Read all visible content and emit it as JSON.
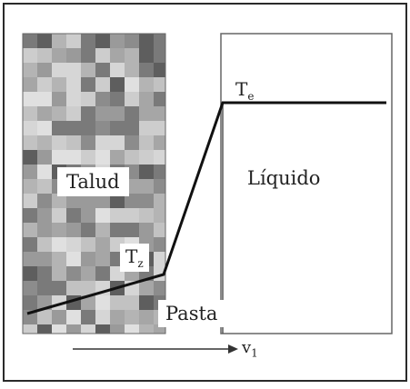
{
  "labels": {
    "zone_left": "Talud",
    "zone_right": "Líquido",
    "zone_bottom": "Pasta",
    "temp_top": "T",
    "temp_top_sub": "e",
    "temp_mid": "T",
    "temp_mid_sub": "z",
    "axis": "v",
    "axis_sub": "1"
  },
  "colors": {
    "frame": "#222222",
    "profile_line": "#111111",
    "mosaic_palette": [
      "#9a9a9a",
      "#b4b4b4",
      "#cdcdcd",
      "#e0e0e0",
      "#7a7a7a",
      "#5e5e5e",
      "#a6a6a6",
      "#c2c2c2",
      "#8c8c8c",
      "#d6d6d6"
    ]
  }
}
